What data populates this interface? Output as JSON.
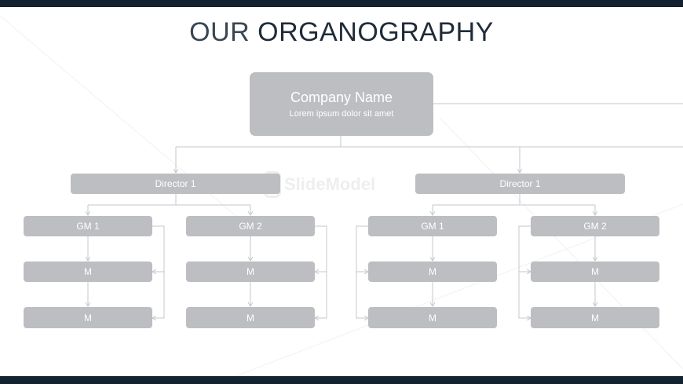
{
  "title": {
    "part1": "OUR ",
    "part2": "ORGANOGRAPHY"
  },
  "company": {
    "name": "Company Name",
    "subtitle": "Lorem ipsum dolor sit amet"
  },
  "left": {
    "director": "Director 1",
    "gm1": "GM 1",
    "gm2": "GM 2",
    "m_labels": [
      "M",
      "M",
      "M",
      "M"
    ]
  },
  "right": {
    "director": "Director 1",
    "gm1": "GM 1",
    "gm2": "GM 2",
    "m_labels": [
      "M",
      "M",
      "M",
      "M"
    ]
  },
  "watermark": "SlideModel",
  "colors": {
    "box": "#bdbec2",
    "connector": "#c6c7ca",
    "bar": "#13222f",
    "title": "#2a3440"
  }
}
